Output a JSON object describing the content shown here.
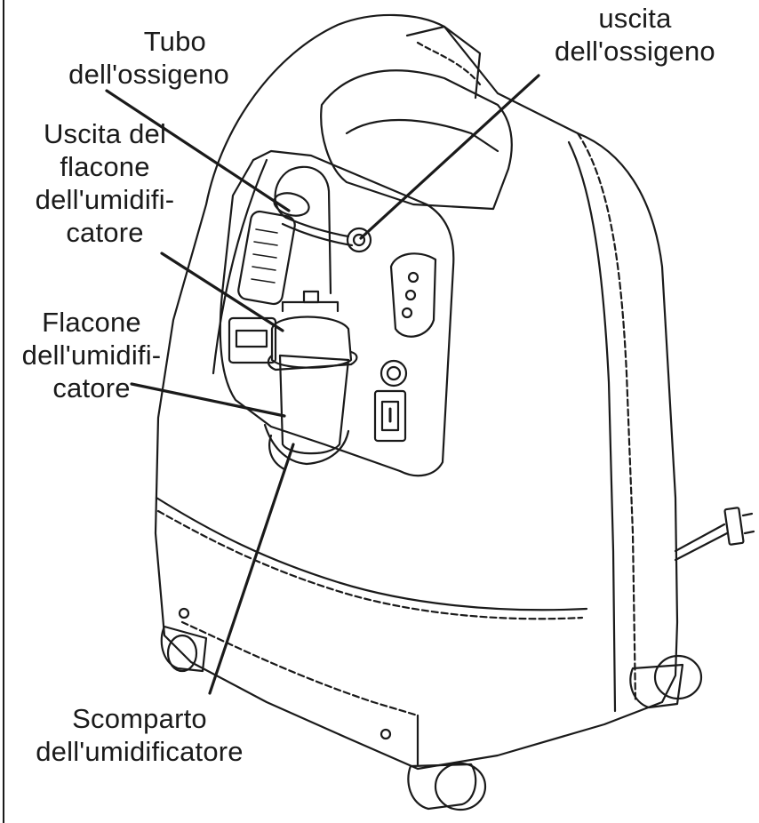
{
  "labels": {
    "oxygen_outlet": [
      "uscita",
      "dell'ossigeno"
    ],
    "oxygen_tube": [
      "Tubo",
      "dell'ossigeno"
    ],
    "humidifier_bottle_outlet": [
      "Uscita del",
      "flacone",
      "dell'umidifi-",
      "catore"
    ],
    "humidifier_bottle": [
      "Flacone",
      "dell'umidifi-",
      "catore"
    ],
    "humidifier_compartment": [
      "Scomparto",
      "dell'umidificatore"
    ]
  },
  "colors": {
    "ink": "#1a1a1a",
    "background": "#ffffff"
  }
}
